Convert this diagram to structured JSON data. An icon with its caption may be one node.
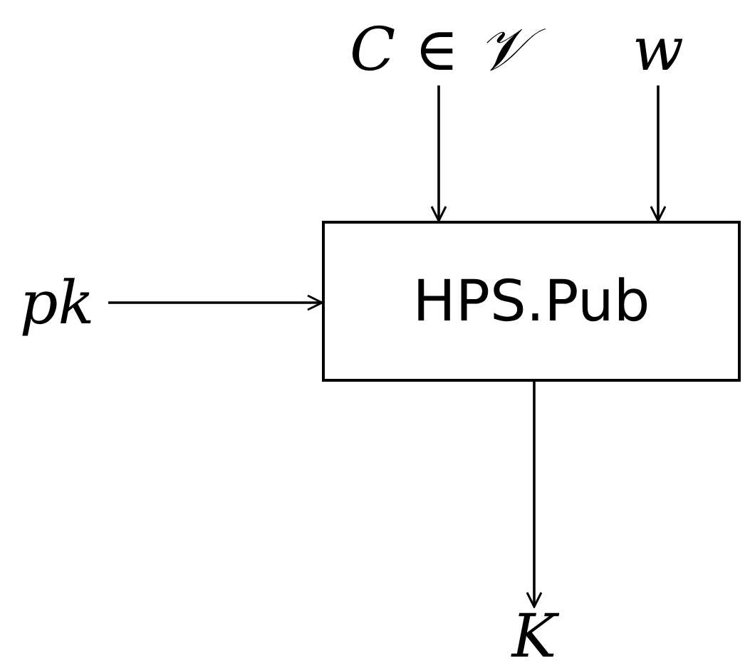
{
  "diagram": {
    "nodes": [
      {
        "text": [
          "HPS.Pub"
        ]
      },
      {
        "text": [
          "C ∈ 𝒱"
        ]
      },
      {
        "text": [
          "w"
        ]
      },
      {
        "text": [
          "pk"
        ]
      },
      {
        "text": [
          "K"
        ]
      }
    ],
    "edges": [
      {
        "from": 1,
        "to": 0,
        "arrow": "to"
      },
      {
        "from": 2,
        "to": 0,
        "arrow": "to"
      },
      {
        "from": 3,
        "to": 0,
        "arrow": "to"
      },
      {
        "from": 0,
        "to": 4,
        "arrow": "to"
      }
    ]
  }
}
